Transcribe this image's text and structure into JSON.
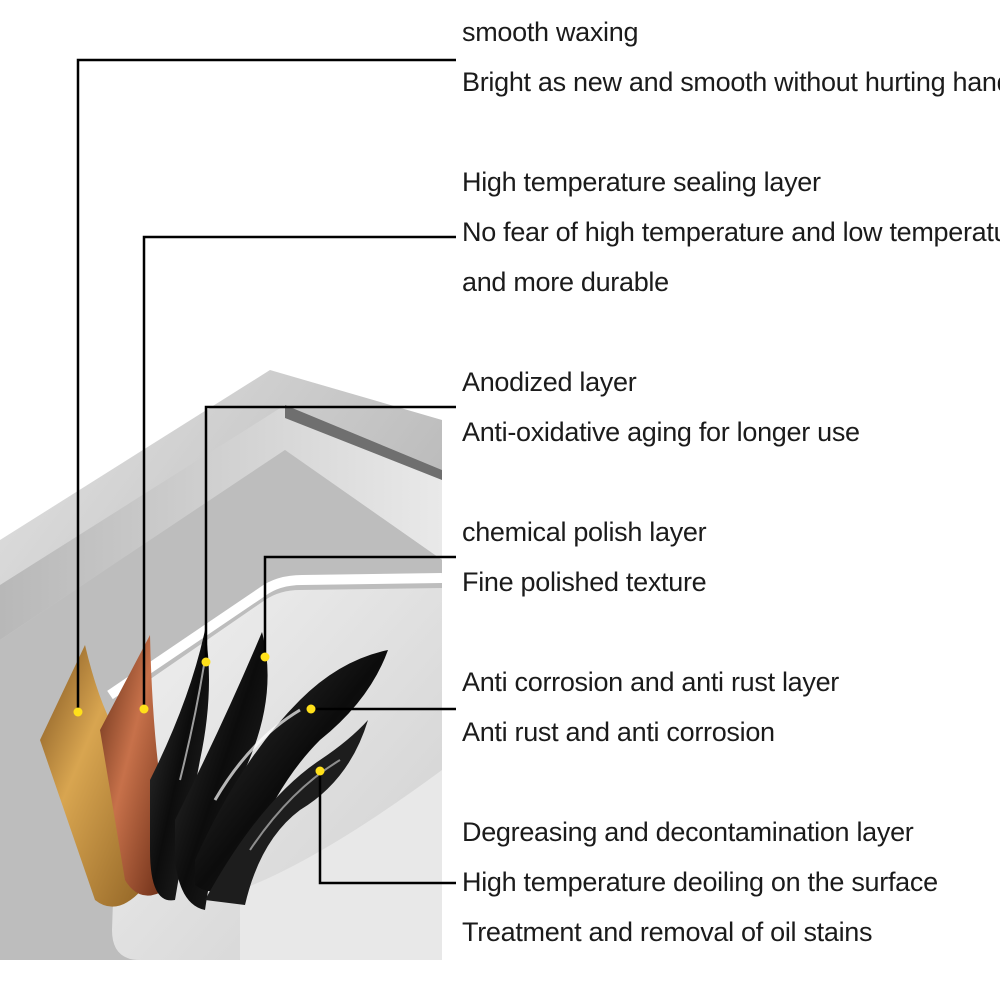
{
  "layers": [
    {
      "title": "smooth waxing",
      "lines": [
        "Bright as new and smooth without hurting hands"
      ]
    },
    {
      "title": "High temperature sealing layer",
      "lines": [
        "No fear of high temperature and low temperature",
        "and more durable"
      ]
    },
    {
      "title": "Anodized layer",
      "lines": [
        "Anti-oxidative aging for longer use"
      ]
    },
    {
      "title": "chemical polish layer",
      "lines": [
        "Fine polished texture"
      ]
    },
    {
      "title": "Anti corrosion and anti rust layer",
      "lines": [
        "Anti rust and anti corrosion"
      ]
    },
    {
      "title": "Degreasing and decontamination layer",
      "lines": [
        "High temperature deoiling on the surface",
        "Treatment and removal of oil stains"
      ]
    }
  ],
  "colors": {
    "leader_line": "#000000",
    "marker_dot": "#ffe01a",
    "gold_layer": "#c9963e",
    "copper_layer": "#b8613a",
    "dark_layers": "#151515",
    "steel": "#c4c4c4"
  },
  "icons": {
    "marker": "yellow-dot-marker",
    "product": "stainless-steel-sink-corner"
  }
}
